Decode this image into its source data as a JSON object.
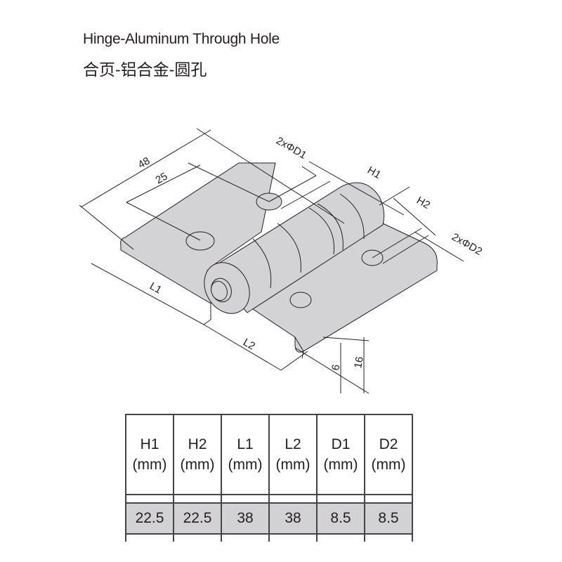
{
  "title": {
    "english": "Hinge-Aluminum Through Hole",
    "chinese": "合页-铝合金-圆孔"
  },
  "drawing": {
    "dimensions": {
      "overall_length": "48",
      "hole_offset": "25",
      "hole_d1": "2xΦD1",
      "hole_d2": "2xΦD2",
      "h1": "H1",
      "h2": "H2",
      "l1": "L1",
      "l2": "L2",
      "thickness": "6",
      "height": "16"
    },
    "colors": {
      "part_fill": "#d3d3d5",
      "line": "#231f20"
    }
  },
  "spec_table": {
    "headers": [
      {
        "name": "H1",
        "unit": "(mm)"
      },
      {
        "name": "H2",
        "unit": "(mm)"
      },
      {
        "name": "L1",
        "unit": "(mm)"
      },
      {
        "name": "L2",
        "unit": "(mm)"
      },
      {
        "name": "D1",
        "unit": "(mm)"
      },
      {
        "name": "D2",
        "unit": "(mm)"
      }
    ],
    "values": [
      "22.5",
      "22.5",
      "38",
      "38",
      "8.5",
      "8.5"
    ]
  }
}
